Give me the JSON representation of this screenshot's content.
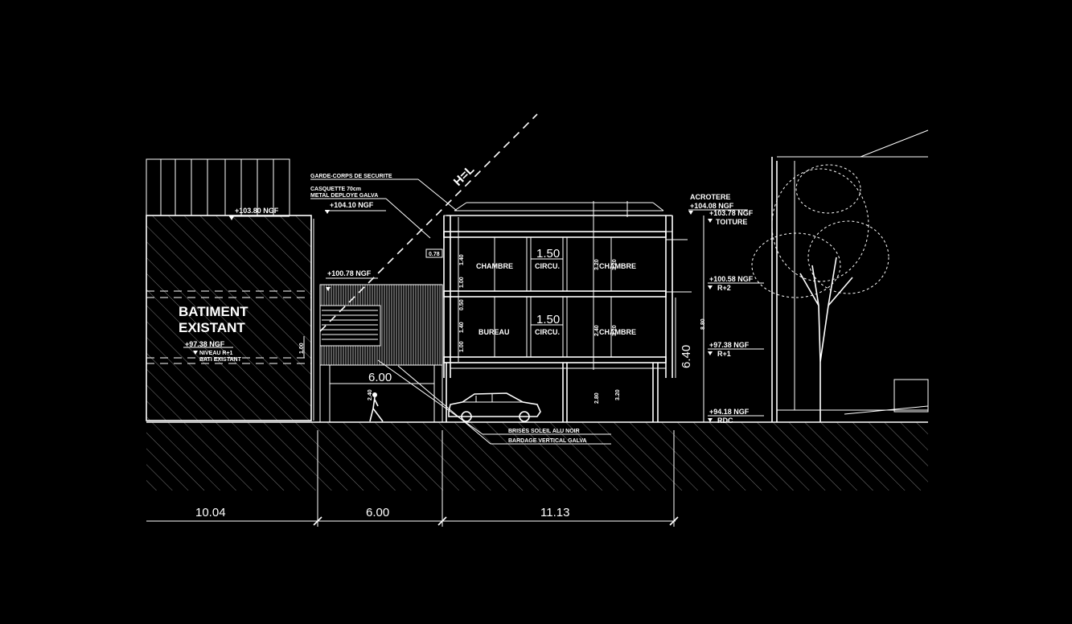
{
  "drawing": {
    "existing_building": {
      "line1": "BATIMENT",
      "line2": "EXISTANT"
    },
    "levels": {
      "existing_roof": "+103.80 NGF",
      "existing_r1": "+97.38 NGF",
      "existing_r1_note_1": "NIVEAU R+1",
      "existing_r1_note_2": "BATI EXISTANT",
      "canopy": "+104.10 NGF",
      "passage": "+100.78 NGF",
      "acrotere_label": "ACROTERE",
      "acrotere": "+104.08 NGF",
      "toiture": "+103.78 NGF",
      "toiture_label": "TOITURE",
      "r2": "+100.58 NGF",
      "r2_label": "R+2",
      "r1": "+97.38 NGF",
      "r1_label": "R+1",
      "rdc": "+94.18 NGF",
      "rdc_label": "RDC"
    },
    "notes": {
      "garde_corps": "GARDE-CORPS DE SECURITE",
      "casquette_1": "CASQUETTE 70cm",
      "casquette_2": "METAL DEPLOYE GALVA",
      "brise_soleil": "BRISES SOLEIL ALU NOIR",
      "bardage": "BARDAGE VERTICAL GALVA",
      "hl": "H=L"
    },
    "rooms": {
      "chambre_r2_left": "CHAMBRE",
      "chambre_r2_right": "CHAMBRE",
      "circu_r2": "CIRCU.",
      "circu_r2_width": "1.50",
      "bureau_r1": "BUREAU",
      "circu_r1": "CIRCU.",
      "circu_r1_width": "1.50",
      "chambre_r1_right": "CHAMBRE"
    },
    "small_dims": {
      "d078": "0.78",
      "d140a": "1.40",
      "d100a": "1.00",
      "d320a": "3.20",
      "d320b": "3.20",
      "d100b": "1.00",
      "d050": "0.50",
      "d140b": "1.40",
      "d100c": "1.00",
      "d240": "2.40",
      "d320c": "3.20",
      "d280": "2.80",
      "d320d": "3.20",
      "d880": "8.80",
      "d100d": "1.00"
    },
    "dims": {
      "passage_width": "6.00",
      "height": "6.40",
      "bottom_left": "10.04",
      "bottom_mid": "6.00",
      "bottom_right": "11.13"
    }
  }
}
